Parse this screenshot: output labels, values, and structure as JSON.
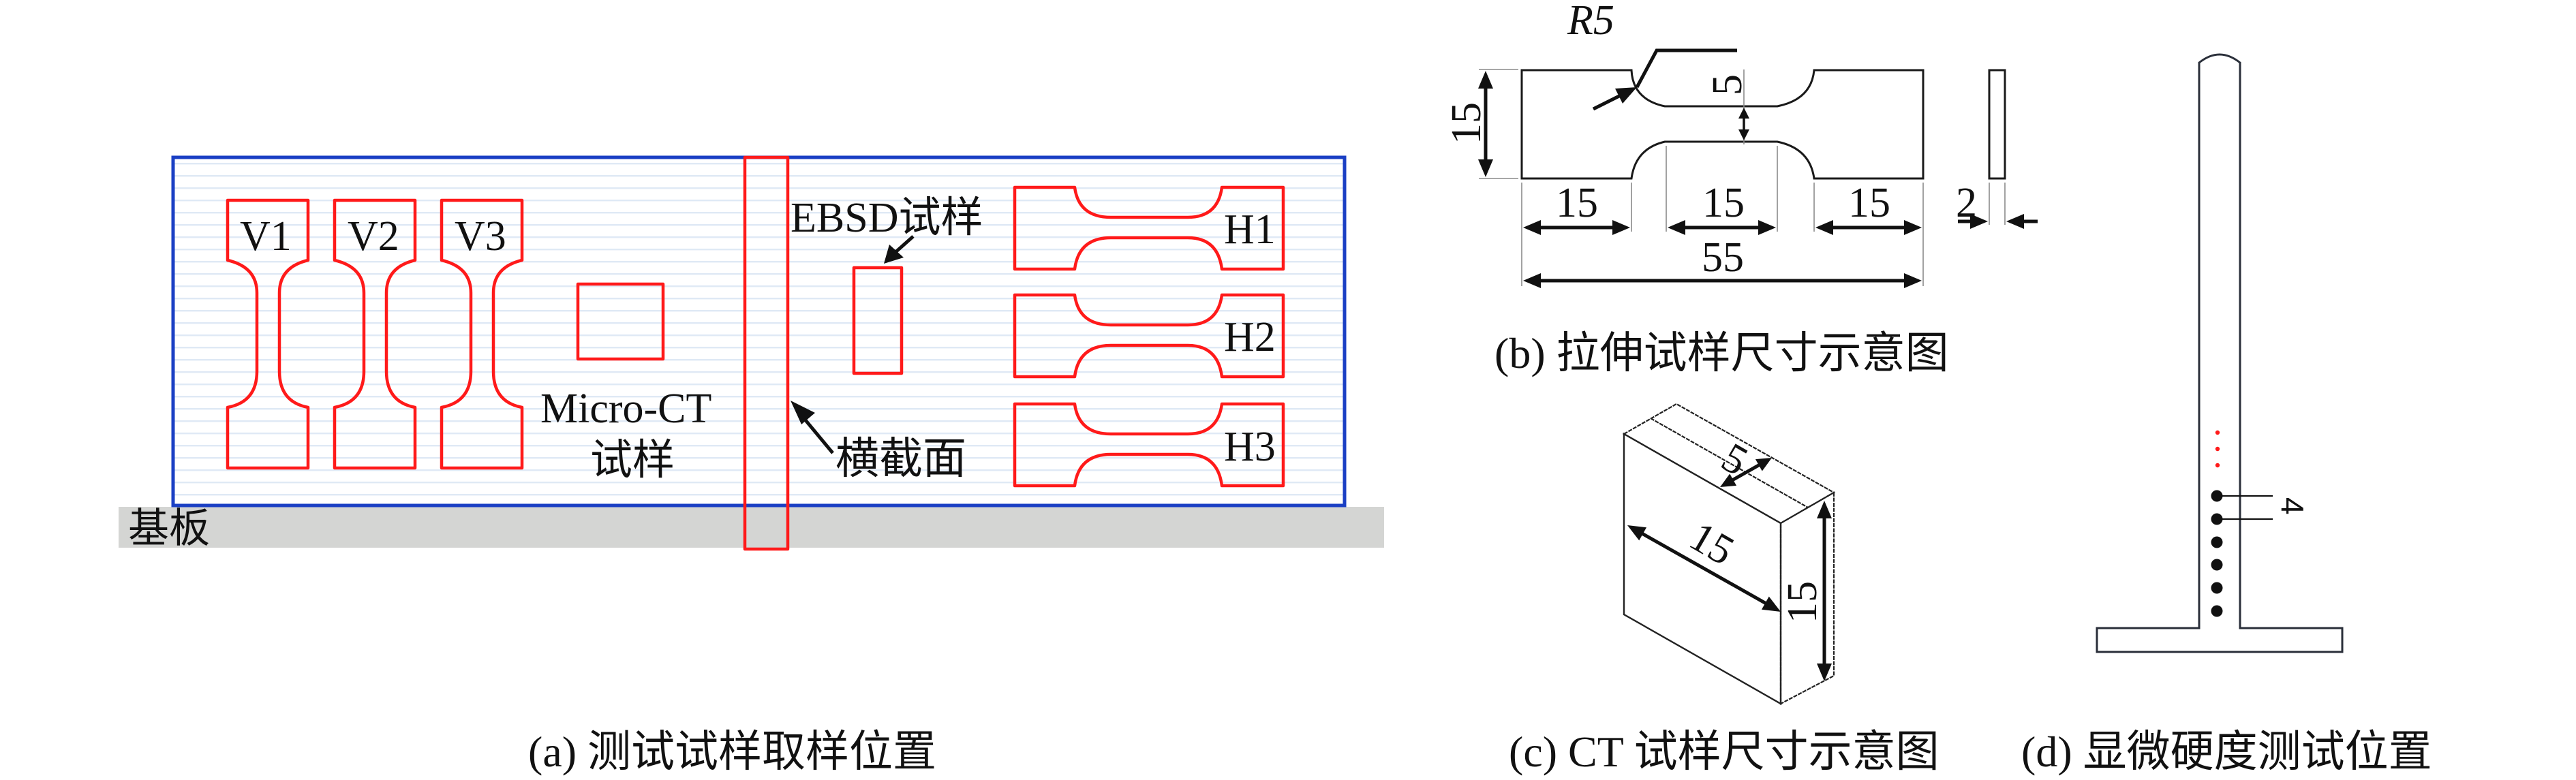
{
  "panels": {
    "a": {
      "caption": "(a) 测试试样取样位置",
      "substrate_label": "基板",
      "vertical_specimens": [
        "V1",
        "V2",
        "V3"
      ],
      "horizontal_specimens": [
        "H1",
        "H2",
        "H3"
      ],
      "micro_ct_label_line1": "Micro-CT",
      "micro_ct_label_line2": "试样",
      "ebsd_label": "EBSD试样",
      "cross_section_label": "横截面",
      "colors": {
        "deposit_border": "#1a3fc4",
        "specimen_outline": "#ff1a1a",
        "layer_lines": "#dfe9f5",
        "substrate": "#d4d5d3"
      }
    },
    "b": {
      "caption": "(b) 拉伸试样尺寸示意图",
      "radius_label": "R5",
      "dims": {
        "overall_height": "15",
        "gauge_width": "5",
        "left_grip_length": "15",
        "gauge_length": "15",
        "right_grip_length": "15",
        "total_length": "55",
        "thickness": "2"
      }
    },
    "c": {
      "caption": "(c) CT 试样尺寸示意图",
      "dims": {
        "thickness": "5",
        "length": "15",
        "height": "15"
      }
    },
    "d": {
      "caption": "(d) 显微硬度测试位置",
      "spacing_label": "4",
      "indent_points_shown": 6,
      "continuation_dots": 3
    }
  }
}
